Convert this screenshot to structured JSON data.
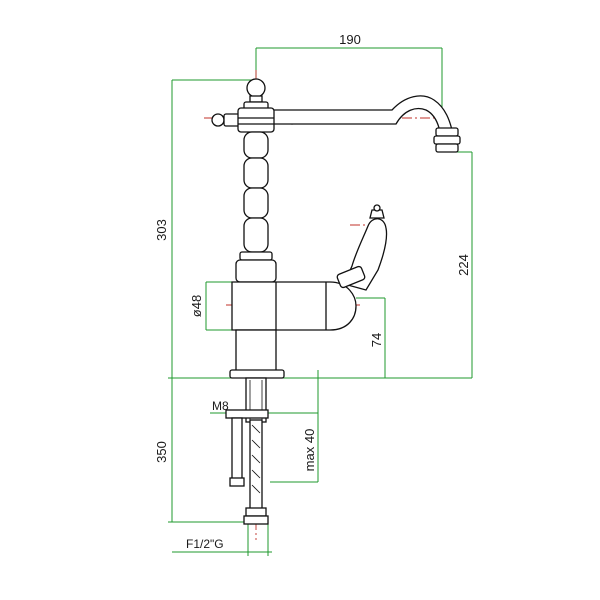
{
  "dimensions": {
    "reach": "190",
    "total_height": "303",
    "spout_height": "224",
    "body_diameter": "ø48",
    "lever_height": "74",
    "thread": "M8",
    "max_thickness": "max 40",
    "hose_length": "350",
    "connection": "F1/2\"G"
  },
  "colors": {
    "outline": "#111111",
    "dimension_lines": "#1f9a2e",
    "center_lines": "#c0302a"
  }
}
